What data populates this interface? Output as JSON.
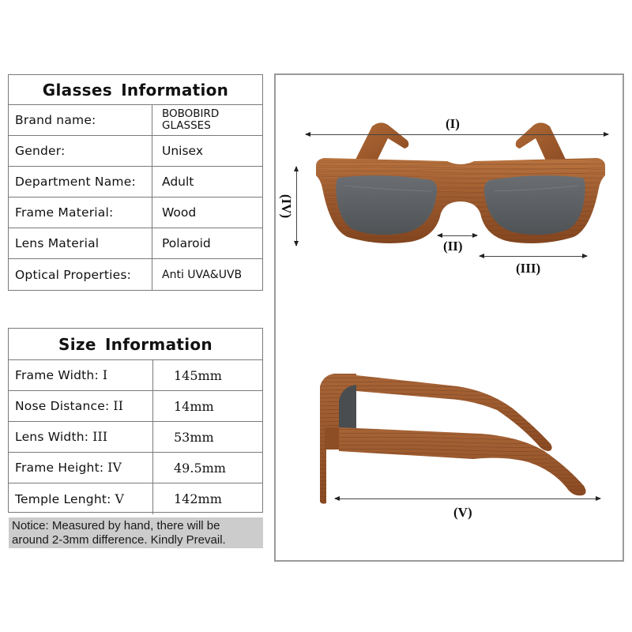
{
  "glasses_info": {
    "title": "Glasses  Information",
    "rows": [
      {
        "label": "Brand name:",
        "value_line1": "BOBOBIRD",
        "value_line2": "GLASSES"
      },
      {
        "label": "Gender:",
        "value": "Unisex"
      },
      {
        "label": "Department Name:",
        "value": "Adult"
      },
      {
        "label": "Frame Material:",
        "value": "Wood"
      },
      {
        "label": "Lens Material",
        "value": "Polaroid"
      },
      {
        "label": "Optical Properties:",
        "value": "Anti UVA&UVB"
      }
    ]
  },
  "size_info": {
    "title": "Size  Information",
    "rows": [
      {
        "label": "Frame Width:",
        "roman": "I",
        "value": "145mm"
      },
      {
        "label": "Nose Distance:",
        "roman": "II",
        "value": "14mm"
      },
      {
        "label": "Lens Width:",
        "roman": "III",
        "value": "53mm"
      },
      {
        "label": "Frame Height:",
        "roman": "IV",
        "value": "49.5mm"
      },
      {
        "label": "Temple Lenght:",
        "roman": "V",
        "value": "142mm"
      }
    ]
  },
  "notice": {
    "line1": "Notice: Measured by hand, there will be",
    "line2": "around 2-3mm difference. Kindly Prevail."
  },
  "diagram": {
    "front_view": {
      "label_I": "(I)",
      "label_II": "(II)",
      "label_III": "(III)",
      "label_IV": "(IV)"
    },
    "side_view": {
      "label_V": "(V)"
    },
    "colors": {
      "wood_light": "#b8733f",
      "wood_mid": "#9c5a2e",
      "wood_dark": "#6e3a1c",
      "lens": "#5d6063",
      "panel_border": "#9a9a9a",
      "notice_bg": "#cccccc"
    }
  }
}
